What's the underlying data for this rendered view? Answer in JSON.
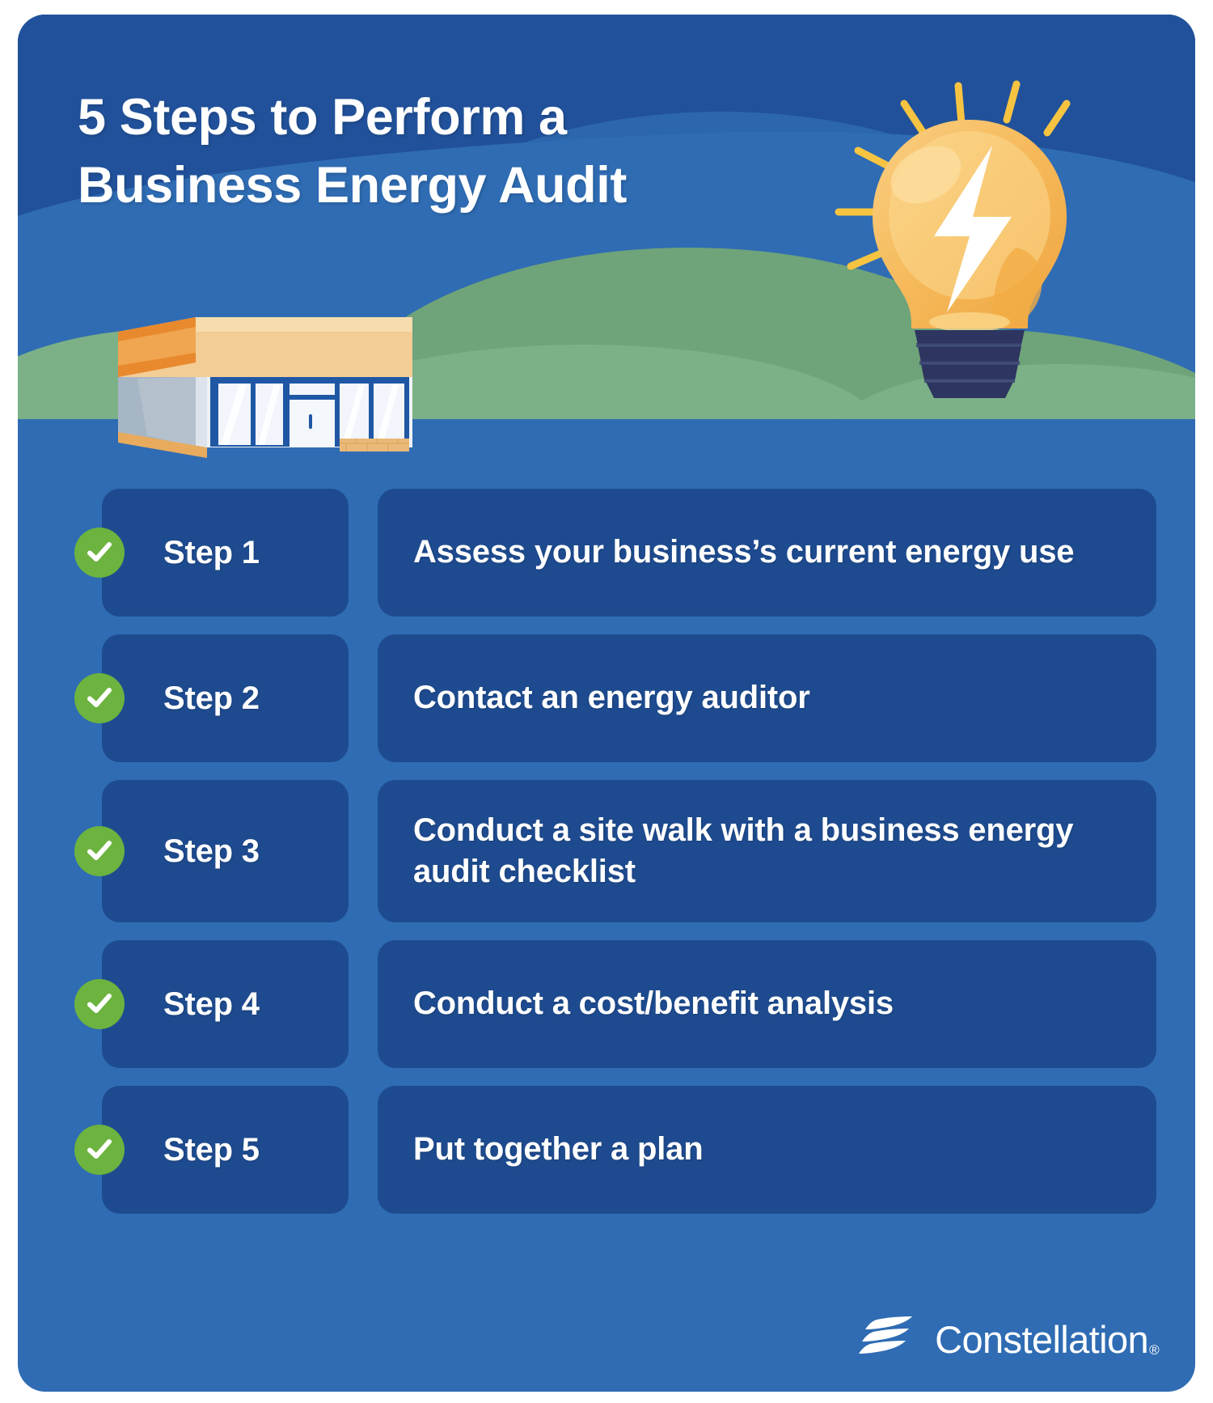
{
  "title": {
    "line1": "5 Steps to Perform a",
    "line2": "Business Energy Audit"
  },
  "colors": {
    "background_blue": "#2f6cb3",
    "sky_blue": "#21539b",
    "card_blue": "#1e4b8f",
    "accent_green": "#6cb33f",
    "bulb_yellow": "#f5b44c",
    "ray_yellow": "#f7c442",
    "hill_green": "#6fa37a",
    "text_white": "#ffffff"
  },
  "illustration": {
    "bulb_icon": "lightbulb-icon",
    "bolt_icon": "lightning-bolt-icon",
    "building_icon": "storefront-building-icon",
    "hills_icon": "rolling-hills-icon"
  },
  "steps": [
    {
      "label": "Step 1",
      "description": "Assess your business’s current energy use",
      "check_icon": "check-circle-icon"
    },
    {
      "label": "Step 2",
      "description": "Contact an energy auditor",
      "check_icon": "check-circle-icon"
    },
    {
      "label": "Step 3",
      "description": "Conduct a site walk with a business energy audit checklist",
      "check_icon": "check-circle-icon"
    },
    {
      "label": "Step 4",
      "description": "Conduct a cost/benefit analysis",
      "check_icon": "check-circle-icon"
    },
    {
      "label": "Step 5",
      "description": "Put together a plan",
      "check_icon": "check-circle-icon"
    }
  ],
  "footer": {
    "brand": "Constellation",
    "registered_mark": "®",
    "logo_icon": "constellation-wave-logo"
  }
}
